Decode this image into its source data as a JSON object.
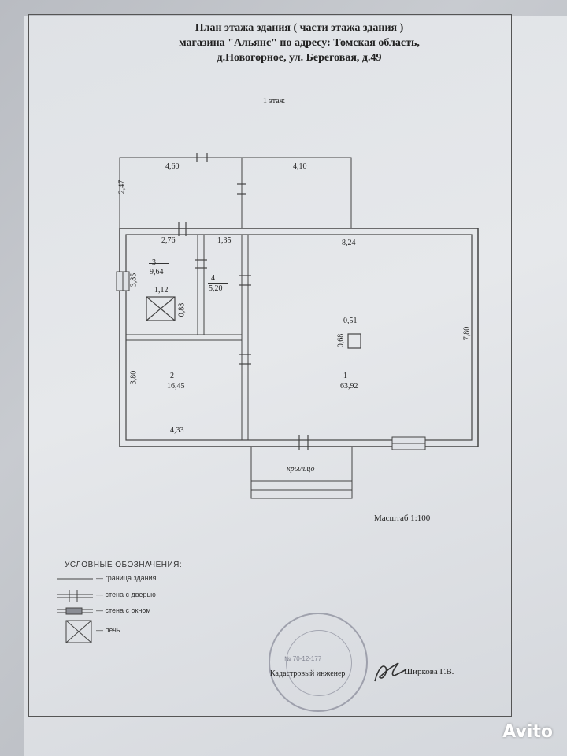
{
  "title": {
    "line1": "План этажа здания ( части этажа здания )",
    "line2": "магазина \"Альянс\" по адресу: Томская область,",
    "line3": "д.Новогорное, ул. Береговая, д.49"
  },
  "floor_label": "1 этаж",
  "dimensions": {
    "d460": "4,60",
    "d410": "4,10",
    "d247": "2,47",
    "d276": "2,76",
    "d135": "1,35",
    "d824": "8,24",
    "d385": "3,85",
    "d112": "1,12",
    "d088": "0,88",
    "d051": "0,51",
    "d068": "0,68",
    "d780": "7,80",
    "d380": "3,80",
    "d433": "4,33"
  },
  "rooms": {
    "r3_num": "3",
    "r3_area": "9,64",
    "r4_num": "4",
    "r4_area": "5,20",
    "r2_num": "2",
    "r2_area": "16,45",
    "r1_num": "1",
    "r1_area": "63,92"
  },
  "porch_label": "крыльцо",
  "scale": "Масштаб 1:100",
  "legend": {
    "title": "УСЛОВНЫЕ ОБОЗНАЧЕНИЯ:",
    "boundary": "— граница здания",
    "door_wall": "— стена с дверью",
    "window_wall": "— стена с окном",
    "stove": "— печь"
  },
  "stamp_number": "№ 70-12-177",
  "engineer_label": "Кадастровый инженер",
  "engineer_name": "Ширкова Г.В.",
  "watermark": "Avito"
}
